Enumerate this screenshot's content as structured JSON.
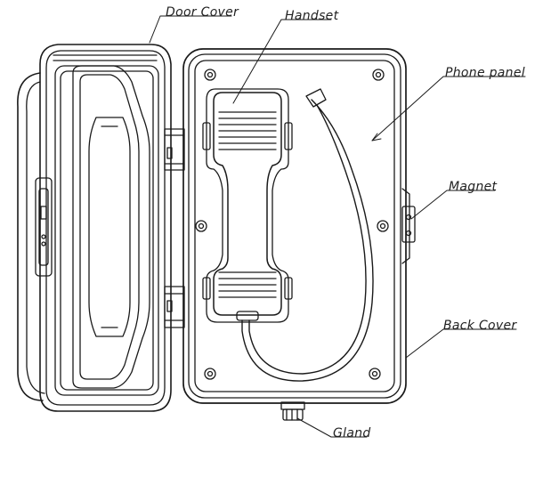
{
  "labels": {
    "door_cover": "Door Cover",
    "handset": "Handset",
    "phone_panel": "Phone panel",
    "magnet": "Magnet",
    "back_cover": "Back Cover",
    "gland": "Gland"
  },
  "colors": {
    "line": "#1a1a1a",
    "background": "#ffffff"
  }
}
